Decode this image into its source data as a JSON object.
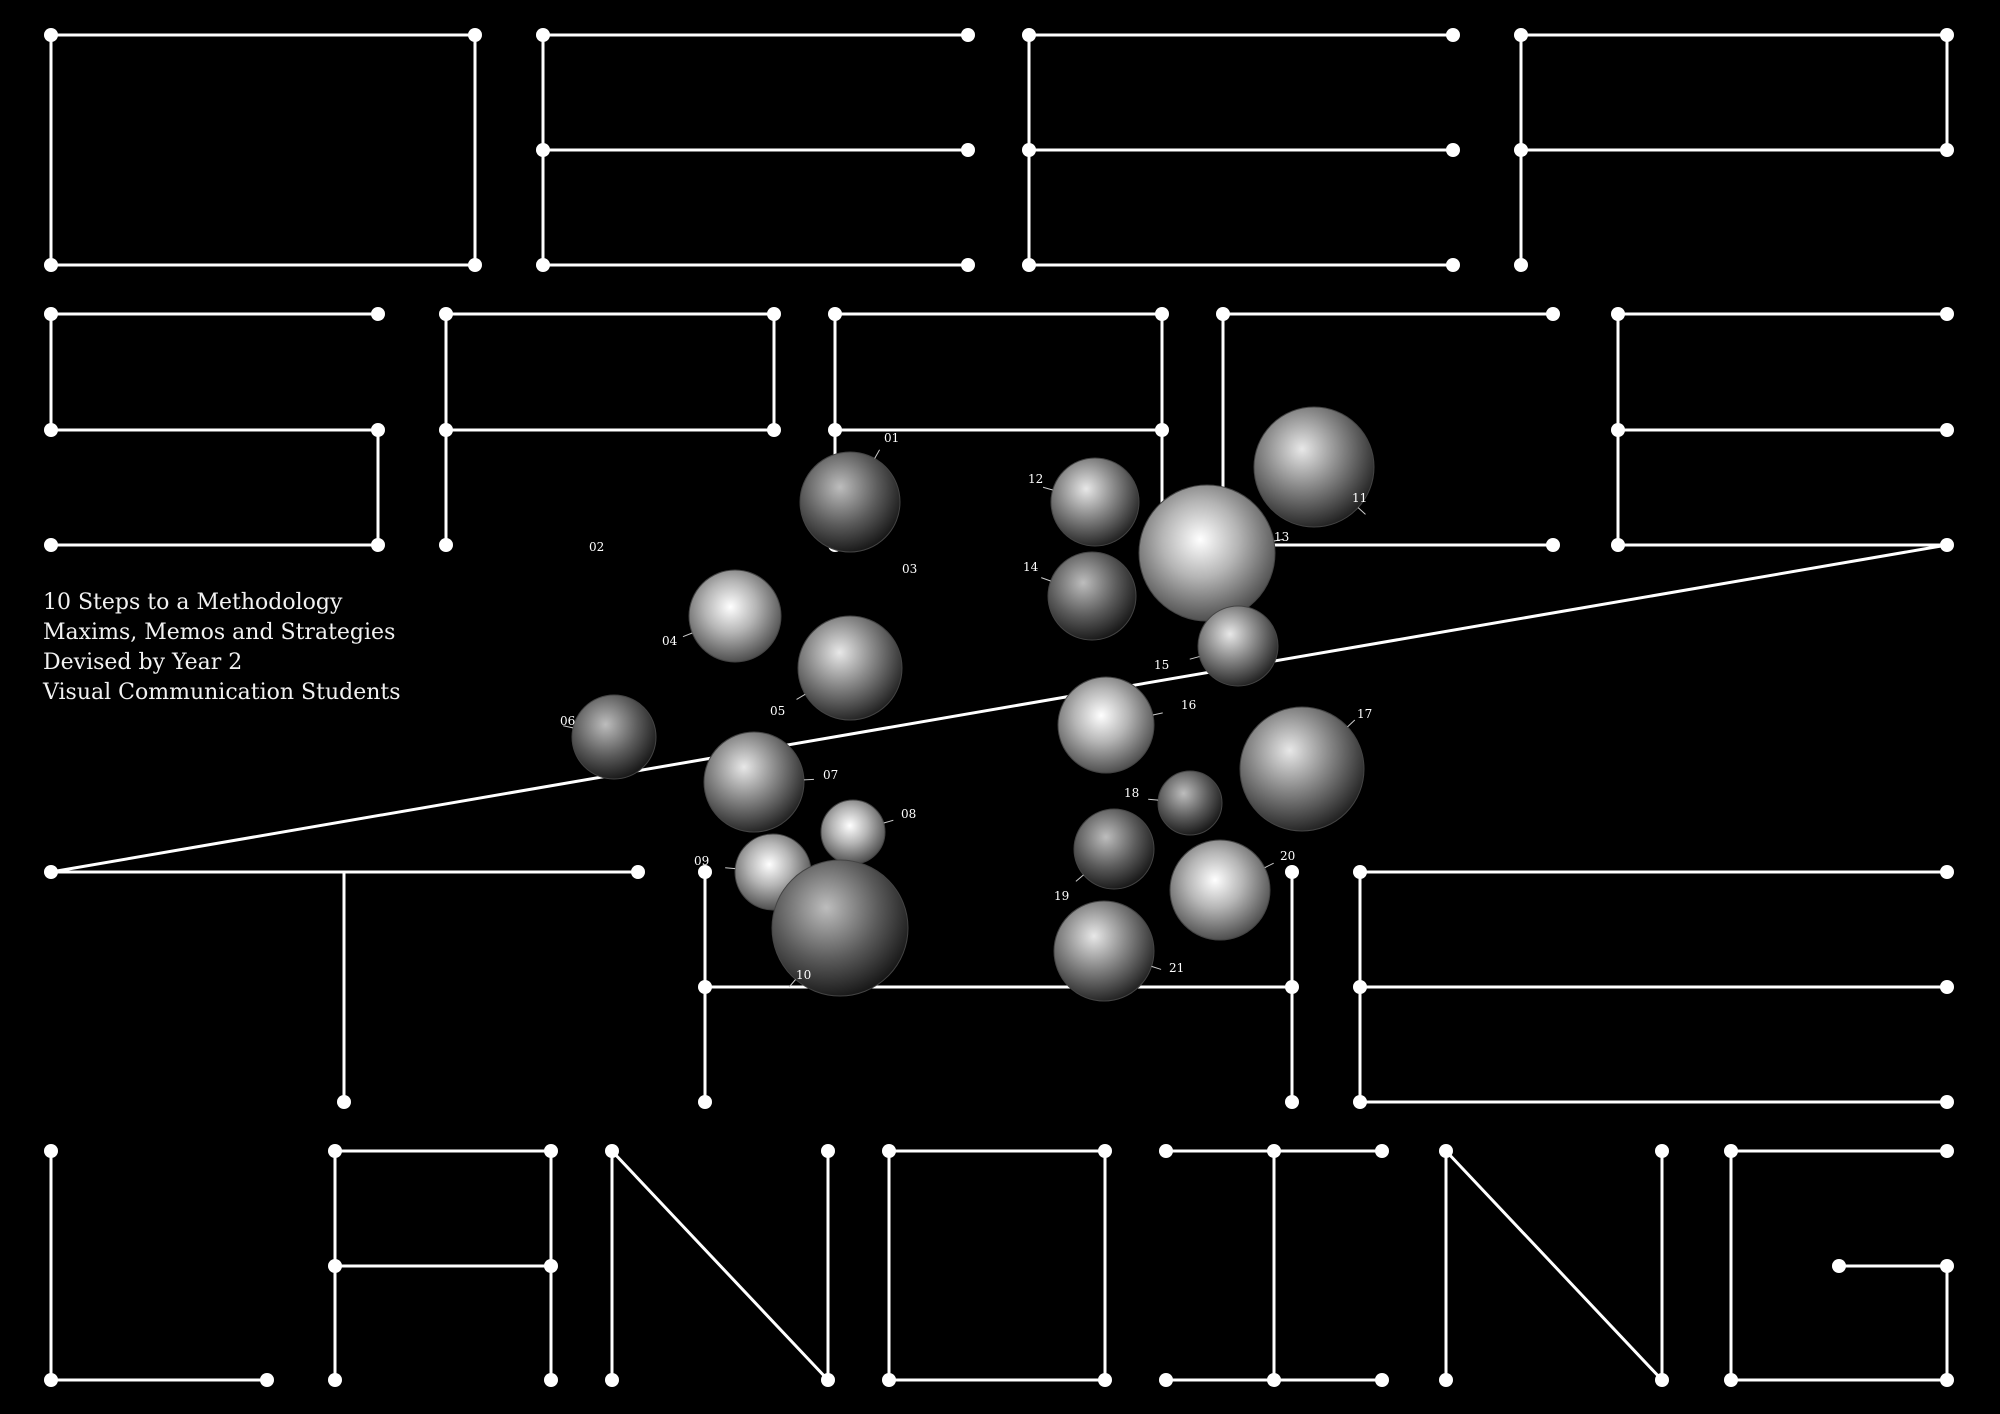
{
  "poster": {
    "title_lines": [
      "DEEP",
      "SPACE",
      "THE",
      "LANDING"
    ],
    "subtitle_lines": [
      "10 Steps to a Methodology",
      "Maxims, Memos and Strategies",
      "Devised by Year 2",
      "Visual Communication Students"
    ],
    "colors": {
      "background": "#000000",
      "line": "#ffffff"
    }
  },
  "planets": [
    {
      "label": "01"
    },
    {
      "label": "02"
    },
    {
      "label": "03"
    },
    {
      "label": "04"
    },
    {
      "label": "05"
    },
    {
      "label": "06"
    },
    {
      "label": "07"
    },
    {
      "label": "08"
    },
    {
      "label": "09"
    },
    {
      "label": "10"
    },
    {
      "label": "11"
    },
    {
      "label": "12"
    },
    {
      "label": "13"
    },
    {
      "label": "14"
    },
    {
      "label": "15"
    },
    {
      "label": "16"
    },
    {
      "label": "17"
    },
    {
      "label": "18"
    },
    {
      "label": "19"
    },
    {
      "label": "20"
    },
    {
      "label": "21"
    }
  ]
}
